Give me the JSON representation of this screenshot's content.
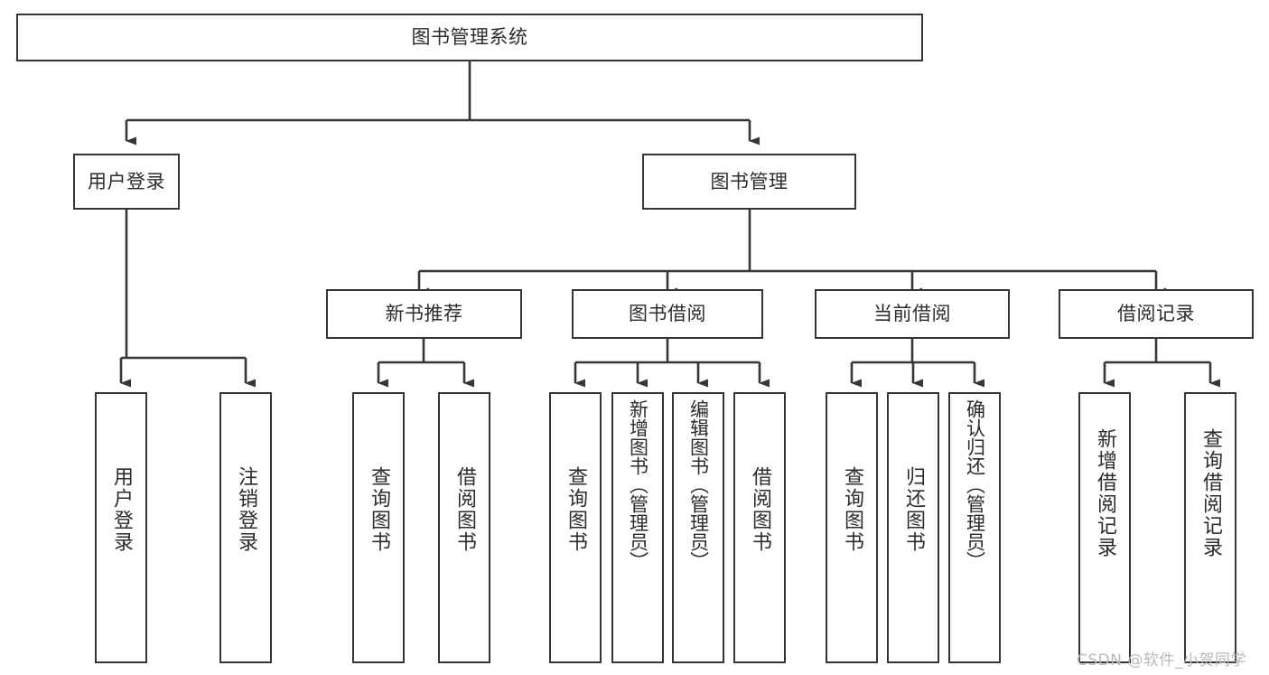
{
  "diagram": {
    "title": "图书管理系统",
    "type": "hierarchy-tree",
    "orientation": "top-down",
    "theme": {
      "background": "#ffffff",
      "box_border": "#35353a",
      "box_fill": "#ffffff",
      "connector": "#35353a",
      "text": "#2b2b30",
      "watermark": "#b9b9bd"
    },
    "levels": [
      {
        "level": 1,
        "nodes": [
          {
            "id": "root",
            "label": "图书管理系统",
            "text_direction": "horizontal"
          }
        ]
      },
      {
        "level": 2,
        "nodes": [
          {
            "id": "login",
            "label": "用户登录",
            "text_direction": "horizontal",
            "parent": "root"
          },
          {
            "id": "bookmgmt",
            "label": "图书管理",
            "text_direction": "horizontal",
            "parent": "root"
          }
        ]
      },
      {
        "level": 3,
        "nodes": [
          {
            "id": "newbook",
            "label": "新书推荐",
            "text_direction": "horizontal",
            "parent": "bookmgmt"
          },
          {
            "id": "borrow",
            "label": "图书借阅",
            "text_direction": "horizontal",
            "parent": "bookmgmt"
          },
          {
            "id": "current",
            "label": "当前借阅",
            "text_direction": "horizontal",
            "parent": "bookmgmt"
          },
          {
            "id": "records",
            "label": "借阅记录",
            "text_direction": "horizontal",
            "parent": "bookmgmt"
          }
        ]
      },
      {
        "level": 4,
        "nodes": [
          {
            "id": "leaf-user-login",
            "label": "用户登录",
            "text_direction": "vertical",
            "parent": "login"
          },
          {
            "id": "leaf-user-logout",
            "label": "注销登录",
            "text_direction": "vertical",
            "parent": "login"
          },
          {
            "id": "leaf-query-book-1",
            "label": "查询图书",
            "text_direction": "vertical",
            "parent": "newbook"
          },
          {
            "id": "leaf-borrow-book-1",
            "label": "借阅图书",
            "text_direction": "vertical",
            "parent": "newbook"
          },
          {
            "id": "leaf-query-book-2",
            "label": "查询图书",
            "text_direction": "vertical",
            "parent": "borrow"
          },
          {
            "id": "leaf-add-book",
            "label": "新增图书（管理员）",
            "text_direction": "vertical",
            "parent": "borrow"
          },
          {
            "id": "leaf-edit-book",
            "label": "编辑图书（管理员）",
            "text_direction": "vertical",
            "parent": "borrow"
          },
          {
            "id": "leaf-borrow-book-2",
            "label": "借阅图书",
            "text_direction": "vertical",
            "parent": "borrow"
          },
          {
            "id": "leaf-query-book-3",
            "label": "查询图书",
            "text_direction": "vertical",
            "parent": "current"
          },
          {
            "id": "leaf-return-book",
            "label": "归还图书",
            "text_direction": "vertical",
            "parent": "current"
          },
          {
            "id": "leaf-confirm-return",
            "label": "确认归还（管理员）",
            "text_direction": "vertical",
            "parent": "current"
          },
          {
            "id": "leaf-add-record",
            "label": "新增借阅记录",
            "text_direction": "vertical",
            "parent": "records"
          },
          {
            "id": "leaf-query-record",
            "label": "查询借阅记录",
            "text_direction": "vertical",
            "parent": "records"
          }
        ]
      }
    ],
    "watermark": "CSDN @软件_小贺同学"
  }
}
